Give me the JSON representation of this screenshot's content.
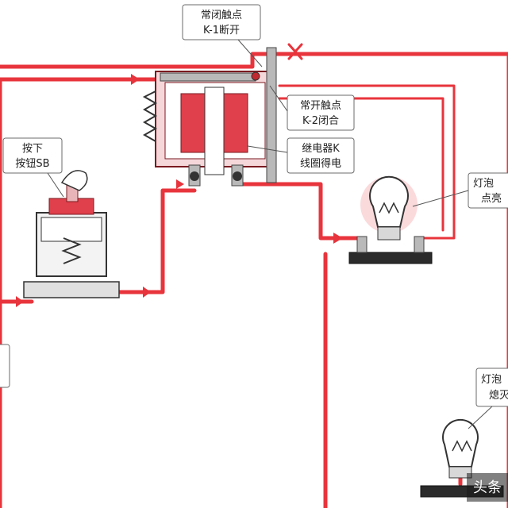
{
  "labels": {
    "nc_contact": [
      "常闭触点",
      "K-1断开"
    ],
    "no_contact": [
      "常开触点",
      "K-2闭合"
    ],
    "relay_coil": [
      "继电器K",
      "线圈得电"
    ],
    "press_button": [
      "按下",
      "按钮SB"
    ],
    "lamp_top": [
      "灯泡",
      "点亮"
    ],
    "lamp_bottom": [
      "灯泡",
      "熄灭"
    ]
  },
  "watermark": "头条",
  "colors": {
    "wire": "#e8343c",
    "coil": "#e0404b",
    "frame": "#e9b4b8"
  },
  "icons": [
    "relay",
    "push-button",
    "bulb-lit",
    "bulb-off",
    "cross-mark",
    "arrow"
  ]
}
